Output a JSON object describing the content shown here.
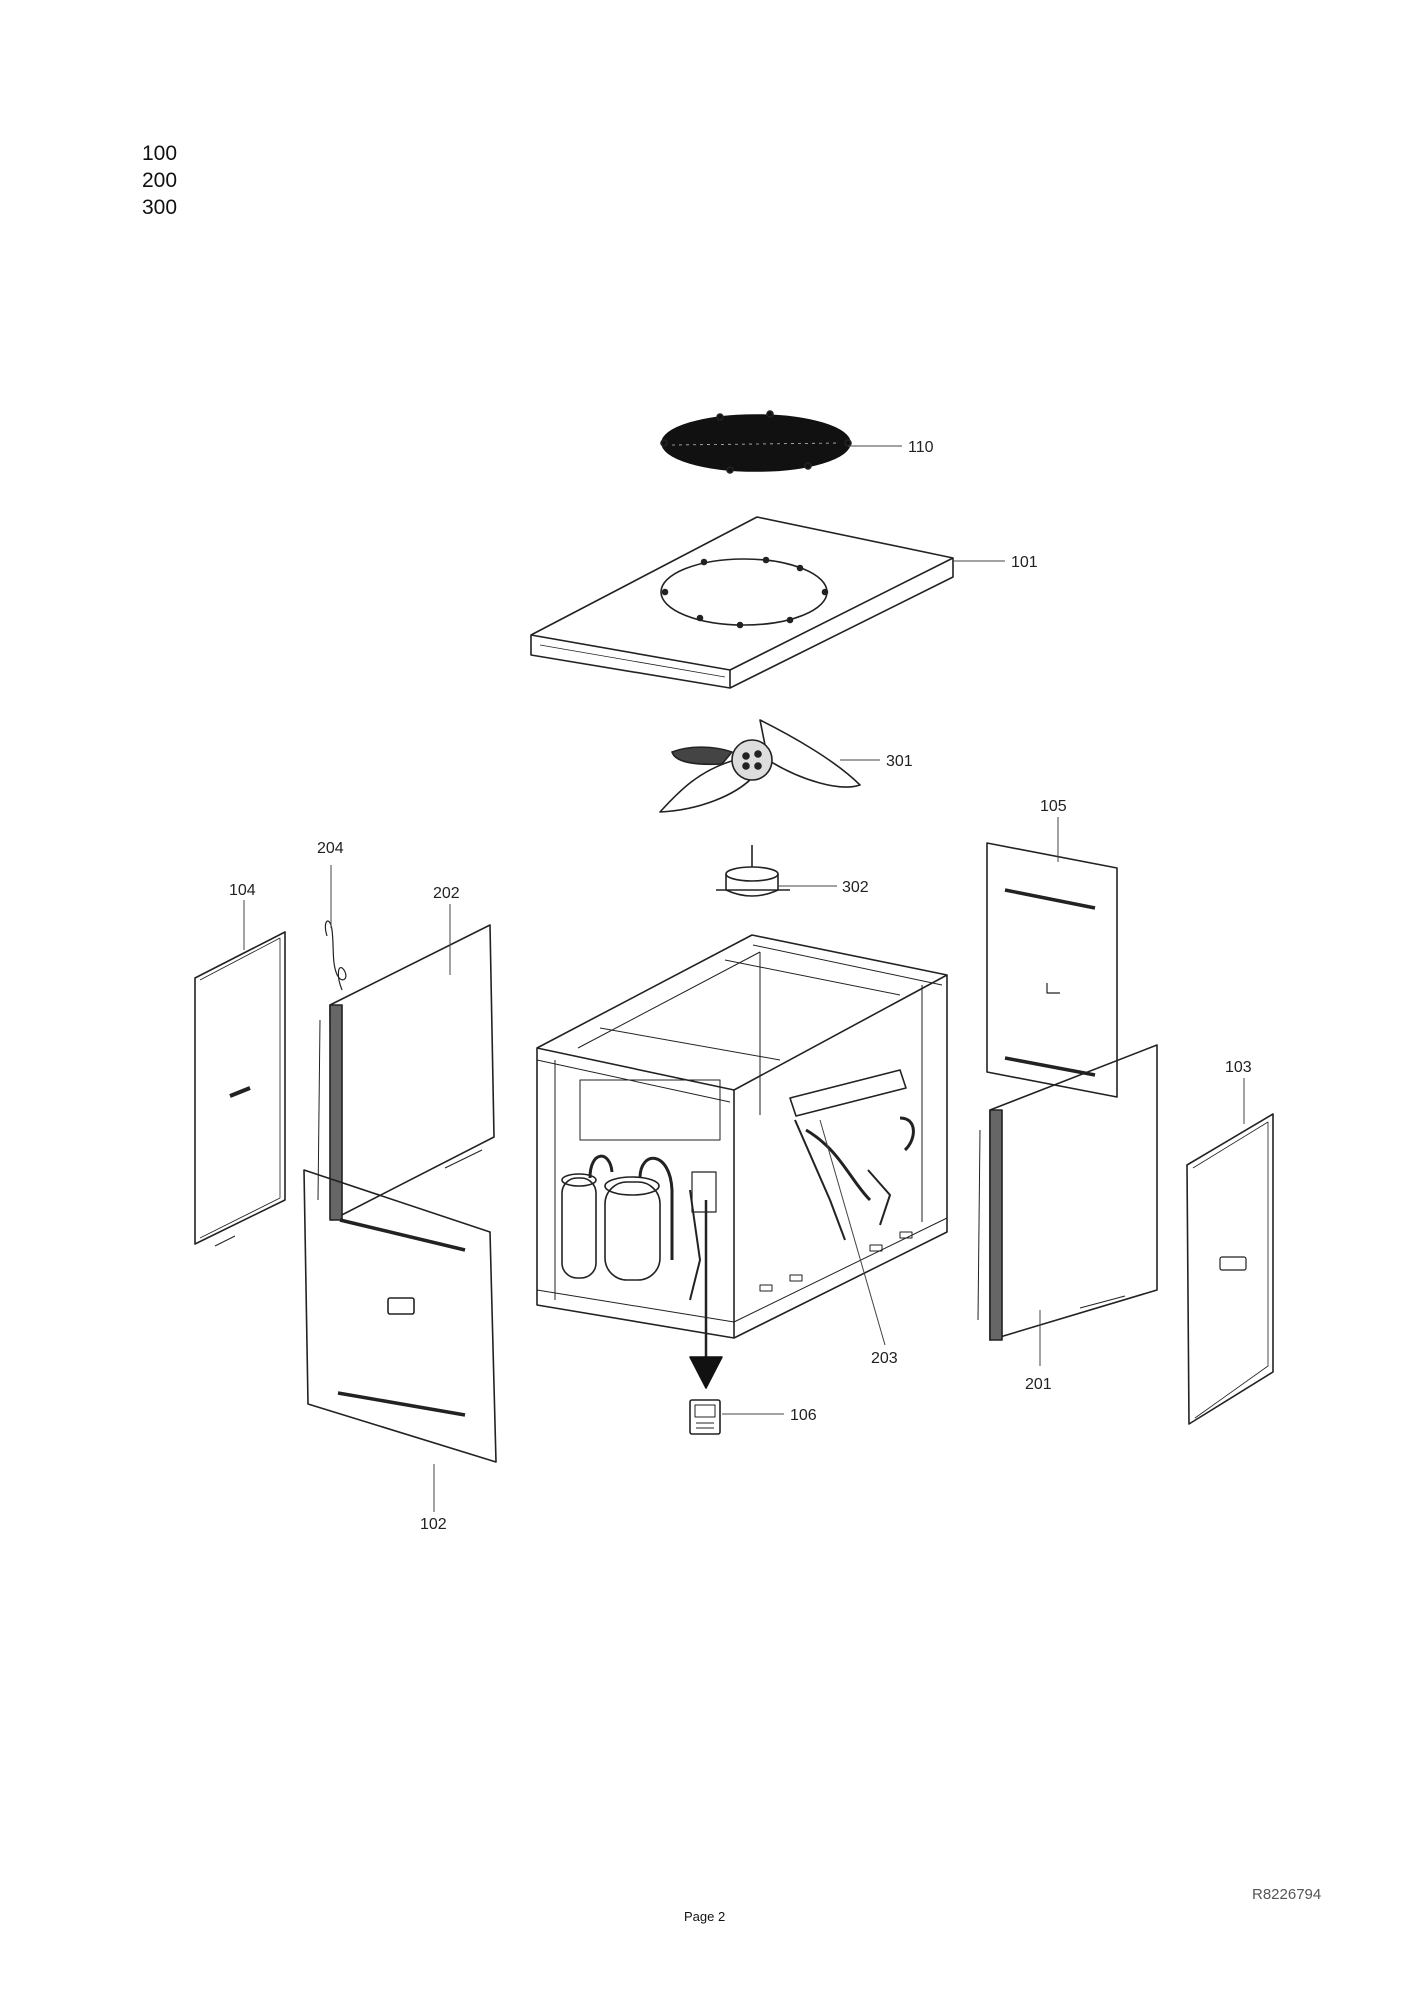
{
  "groups": [
    "100",
    "200",
    "300"
  ],
  "callouts": {
    "c110": "110",
    "c101": "101",
    "c301": "301",
    "c302": "302",
    "c105": "105",
    "c204": "204",
    "c104": "104",
    "c202": "202",
    "c103": "103",
    "c203": "203",
    "c201": "201",
    "c106": "106",
    "c102": "102"
  },
  "doc_ref": "R8226794",
  "page_label": "Page 2"
}
